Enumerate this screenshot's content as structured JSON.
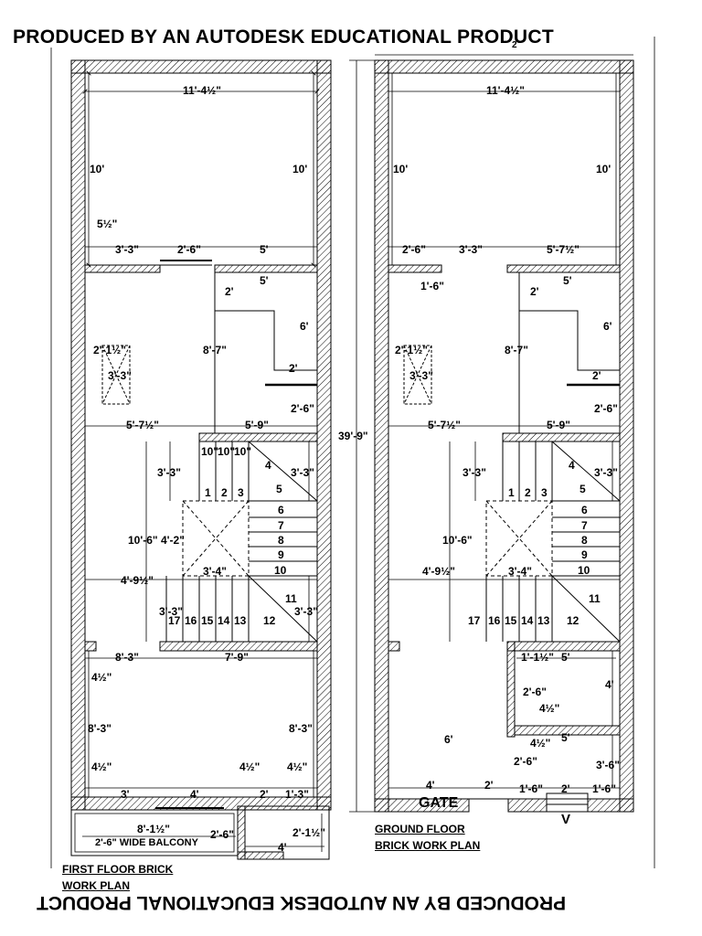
{
  "watermark": {
    "top": "PRODUCED BY AN AUTODESK EDUCATIONAL PRODUCT",
    "bottom": "PRODUCED BY AN AUTODESK EDUCATIONAL PRODUCT"
  },
  "first_floor": {
    "title_line1": "FIRST FLOOR BRICK",
    "title_line2": "WORK PLAN",
    "balcony_label": "2'-6\" WIDE BALCONY",
    "dims": {
      "top_width": "11'-4½\"",
      "room_left_h": "10'",
      "room_right_h": "10'",
      "corner": "5½\"",
      "seg1": "3'-3\"",
      "seg2": "2'-6\"",
      "seg3": "5'",
      "top_5": "5'",
      "two": "2'",
      "six": "6'",
      "two_b": "2'",
      "two_six": "2'-6\"",
      "eight_seven": "8'-7\"",
      "two_one": "2'-1½\"",
      "three_three_a": "3'-3\"",
      "five_seven": "5'-7½\"",
      "five_nine": "5'-9\"",
      "ten_a": "10\"",
      "ten_b": "10\"",
      "ten_c": "10\"",
      "three_three_b": "3'-3\"",
      "three_three_c": "3'-3\"",
      "ten_six": "10'-6\"",
      "four_two": "4'-2\"",
      "four_nine": "4'-9½\"",
      "three_four": "3'-4\"",
      "three_three_d": "3'-3\"",
      "three_three_e": "3'-3\"",
      "eight_three": "8'-3\"",
      "seven_nine": "7'-9\"",
      "four_half_a": "4½\"",
      "eight_three_b": "8'-3\"",
      "eight_three_c": "8'-3\"",
      "four_half_b": "4½\"",
      "four_half_c": "4½\"",
      "four_half_d": "4½\"",
      "three": "3'",
      "four": "4'",
      "two_c": "2'",
      "one_three": "1'-3\"",
      "eight_one": "8'-1½\"",
      "two_six_b": "2'-6\"",
      "two_one_b": "2'-1½\"",
      "four_b": "4'"
    },
    "steps": [
      "1",
      "2",
      "3",
      "4",
      "5",
      "6",
      "7",
      "8",
      "9",
      "10",
      "11",
      "12",
      "13",
      "14",
      "15",
      "16",
      "17"
    ]
  },
  "ground_floor": {
    "title_line1": "GROUND FLOOR",
    "title_line2": "BRICK WORK PLAN",
    "gate_label": "GATE",
    "v_label": "V",
    "overall": "39'-9\"",
    "dims": {
      "top_width": "11'-4½\"",
      "room_left_h": "10'",
      "room_right_h": "10'",
      "seg1": "2'-6\"",
      "seg2": "3'-3\"",
      "seg3": "5'-7½\"",
      "one_six": "1'-6\"",
      "two": "2'",
      "five": "5'",
      "six": "6'",
      "two_one": "2'-1½\"",
      "three_three_a": "3'-3\"",
      "eight_seven": "8'-7\"",
      "two_b": "2'",
      "two_six": "2'-6\"",
      "five_seven": "5'-7½\"",
      "five_nine": "5'-9\"",
      "three_three_b": "3'-3\"",
      "three_three_c": "3'-3\"",
      "ten_six": "10'-6\"",
      "four_nine": "4'-9½\"",
      "three_four": "3'-4\"",
      "one_one": "1'-1½\"",
      "five_b": "5'",
      "two_six_b": "2'-6\"",
      "four_half": "4½\"",
      "four": "4'",
      "six_b": "6'",
      "four_half_b": "4½\"",
      "five_c": "5'",
      "two_six_c": "2'-6\"",
      "three_six": "3'-6\"",
      "four_b": "4'",
      "two_c": "2'",
      "one_six_b": "1'-6\"",
      "two_d": "2'",
      "one_six_c": "1'-6\"",
      "top_frac": "2"
    },
    "steps": [
      "1",
      "2",
      "3",
      "4",
      "5",
      "6",
      "7",
      "8",
      "9",
      "10",
      "11",
      "12",
      "13",
      "14",
      "15",
      "16",
      "17"
    ]
  }
}
